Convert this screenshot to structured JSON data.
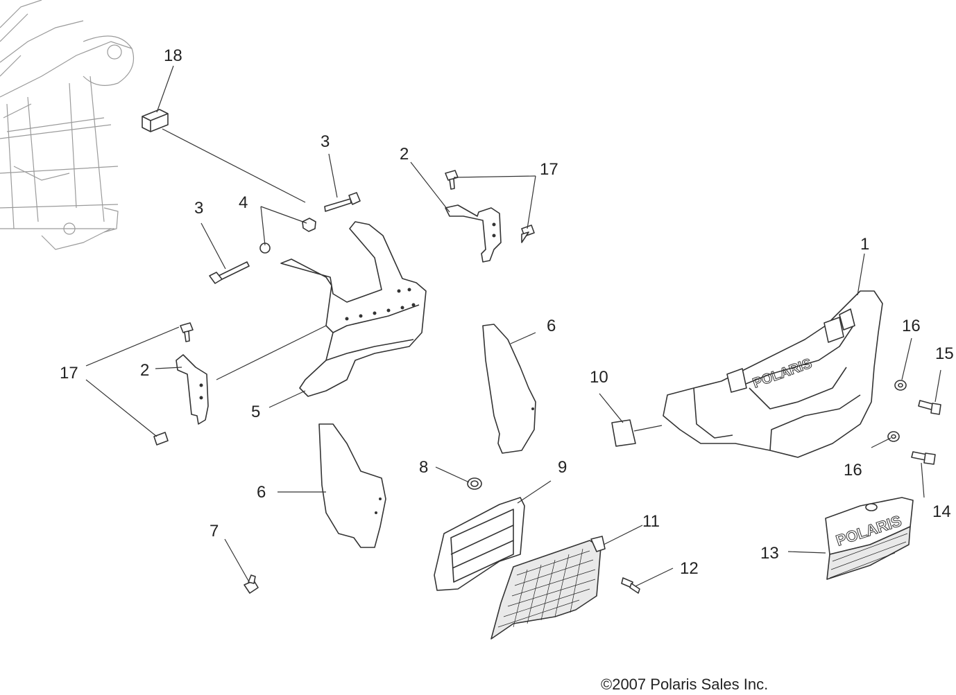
{
  "callouts": {
    "c1": "1",
    "c2a": "2",
    "c2b": "2",
    "c3a": "3",
    "c3b": "3",
    "c4": "4",
    "c5": "5",
    "c6a": "6",
    "c6b": "6",
    "c7": "7",
    "c8": "8",
    "c9": "9",
    "c10": "10",
    "c11": "11",
    "c12": "12",
    "c13": "13",
    "c14": "14",
    "c15": "15",
    "c16a": "16",
    "c16b": "16",
    "c17a": "17",
    "c17b": "17",
    "c18": "18"
  },
  "logos": {
    "bumper": "POLARIS",
    "plate": "POLARIS"
  },
  "copyright": "©2007 Polaris Sales Inc."
}
